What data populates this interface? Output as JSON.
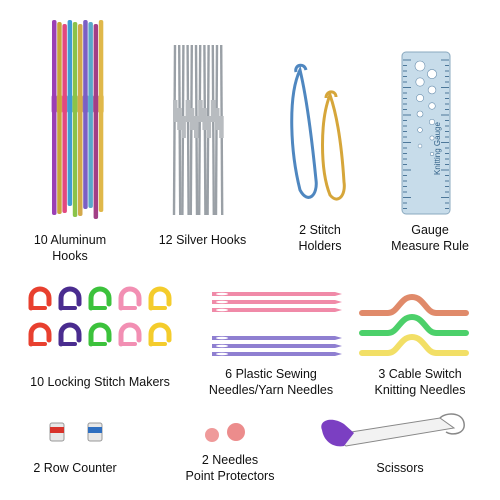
{
  "items": {
    "aluminum_hooks": {
      "line1": "10 Aluminum",
      "line2": "Hooks",
      "count": 10
    },
    "silver_hooks": {
      "line1": "12 Silver Hooks",
      "count": 12
    },
    "stitch_holders": {
      "line1": "2 Stitch",
      "line2": "Holders",
      "count": 2
    },
    "gauge_rule": {
      "line1": "Gauge",
      "line2": "Measure Rule",
      "printed_text": "Knitting Gauge"
    },
    "locking_markers": {
      "line1": "10 Locking Stitch Makers",
      "count": 10
    },
    "sewing_needles": {
      "line1": "6 Plastic Sewing",
      "line2": "Needles/Yarn Needles",
      "count": 6
    },
    "cable_needles": {
      "line1": "3 Cable Switch",
      "line2": "Knitting Needles",
      "count": 3
    },
    "row_counter": {
      "line1": "2 Row Counter",
      "count": 2
    },
    "point_protectors": {
      "line1": "2 Needles",
      "line2": "Point Protectors",
      "count": 2
    },
    "scissors": {
      "line1": "Scissors"
    }
  },
  "colors": {
    "hook_colors": [
      "#9b3fb5",
      "#c9a53a",
      "#e2497f",
      "#3f9bd6",
      "#8bc34a",
      "#d4a94a",
      "#7b5fc4",
      "#5aa9c9",
      "#a33f86",
      "#e0b84a"
    ],
    "marker_colors": [
      "#e8402f",
      "#4a2c8f",
      "#3cc23c",
      "#f28fb3",
      "#f4cc2c"
    ],
    "needle_pink": "#f08aa8",
    "needle_purple": "#8f7fd1",
    "cable_colors": [
      "#e08a6a",
      "#4cd06a",
      "#f2df66"
    ],
    "holder_blue": "#4f87c0",
    "holder_gold": "#d6a63a",
    "gauge_blue": "#b8d8ee",
    "scissor_purple": "#7b3fc2"
  }
}
